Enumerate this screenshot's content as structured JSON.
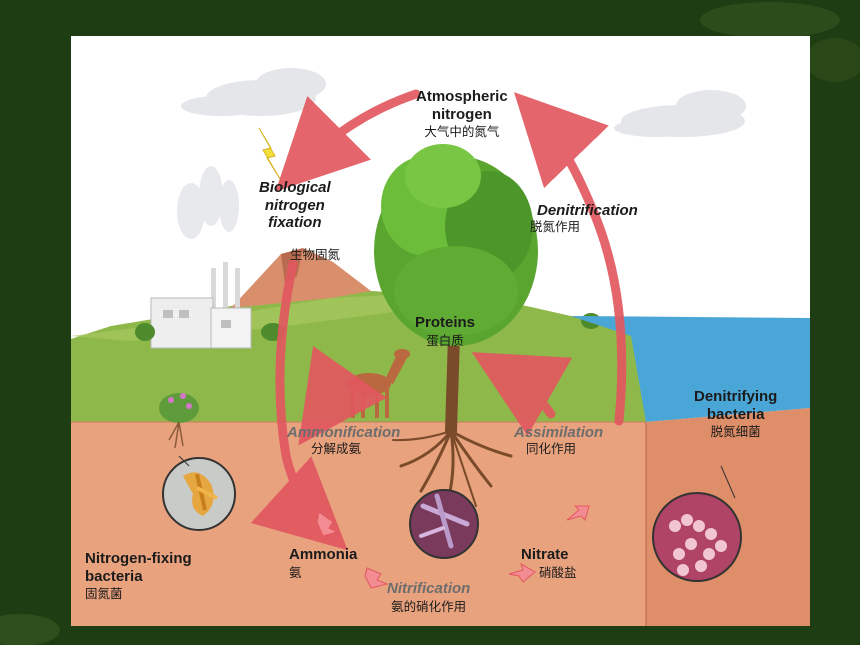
{
  "labels": {
    "atmospheric": {
      "en1": "Atmospheric",
      "en2": "nitrogen",
      "zh": "大气中的氮气"
    },
    "biological": {
      "en1": "Biological",
      "en2": "nitrogen",
      "en3": "fixation",
      "zh": "生物固氮"
    },
    "denitrification": {
      "en": "Denitrification",
      "zh": "脱氮作用"
    },
    "proteins": {
      "en": "Proteins",
      "zh": "蛋白质"
    },
    "ammonification": {
      "en": "Ammonification",
      "zh": "分解成氨"
    },
    "assimilation": {
      "en": "Assimilation",
      "zh": "同化作用"
    },
    "denitrifying": {
      "en1": "Denitrifying",
      "en2": "bacteria",
      "zh": "脱氮细菌"
    },
    "nitrogen_fixing": {
      "en1": "Nitrogen-fixing",
      "en2": "bacteria",
      "zh": "固氮菌"
    },
    "ammonia": {
      "en": "Ammonia",
      "zh": "氨"
    },
    "nitrification": {
      "en": "Nitrification",
      "zh": "氨的硝化作用"
    },
    "nitrate": {
      "en": "Nitrate",
      "zh": "硝酸盐"
    }
  },
  "colors": {
    "background": "#1f3d12",
    "soil": "#e9a27e",
    "grass": "#8fb84a",
    "water": "#4aa6d6",
    "arrow": "#e2585f",
    "tree": "#5aa52f"
  }
}
